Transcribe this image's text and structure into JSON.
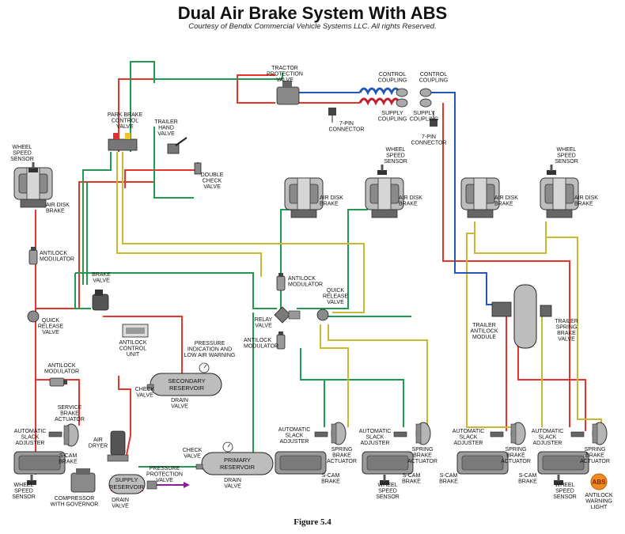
{
  "title": "Dual Air Brake System With ABS",
  "subtitle": "Courtesy of Bendix Commercial Vehicle Systems LLC.  All rights Reserved.",
  "caption": "Figure 5.4",
  "colors": {
    "supply_red": "#e8352a",
    "primary_green": "#1f9a4e",
    "secondary_yellow": "#c8b832",
    "control_blue": "#2457b8",
    "parking_purple": "#8a1f9a",
    "component_gray": "#a8a8a8",
    "dark_gray": "#555555",
    "abs_orange": "#f08a1e"
  },
  "labels": {
    "tractor_protection_valve": [
      "TRACTOR",
      "PROTECTION",
      "VALVE"
    ],
    "control_coupling_1": [
      "CONTROL",
      "COUPLING"
    ],
    "control_coupling_2": [
      "CONTROL",
      "COUPLING"
    ],
    "supply_coupling_1": [
      "SUPPLY",
      "COUPLING"
    ],
    "supply_coupling_2": [
      "SUPPLY",
      "COUPLING"
    ],
    "seven_pin_connector_1": [
      "7-PIN",
      "CONNECTOR"
    ],
    "seven_pin_connector_2": [
      "7-PIN",
      "CONNECTOR"
    ],
    "park_brake_control_valve": [
      "PARK BRAKE",
      "CONTROL",
      "VALVE"
    ],
    "trailer_hand_valve": [
      "TRAILER",
      "HAND",
      "VALVE"
    ],
    "double_check_valve": [
      "DOUBLE",
      "CHECK",
      "VALVE"
    ],
    "wheel_speed_sensor_front_left": [
      "WHEEL",
      "SPEED",
      "SENSOR"
    ],
    "wheel_speed_sensor_front_right": [
      "WHEEL",
      "SPEED",
      "SENSOR"
    ],
    "wheel_speed_sensor_trailer_right": [
      "WHEEL",
      "SPEED",
      "SENSOR"
    ],
    "air_disk_brake_front_left": [
      "AIR DISK",
      "BRAKE"
    ],
    "air_disk_brake_1": [
      "AIR DISK",
      "BRAKE"
    ],
    "air_disk_brake_2": [
      "AIR DISK",
      "BRAKE"
    ],
    "air_disk_brake_3": [
      "AIR DISK",
      "BRAKE"
    ],
    "air_disk_brake_4": [
      "AIR DISK",
      "BRAKE"
    ],
    "antilock_modulator_left": [
      "ANTILOCK",
      "MODULATOR"
    ],
    "antilock_modulator_center": [
      "ANTILOCK",
      "MODULATOR"
    ],
    "antilock_modulator_rear": [
      "ANTILOCK",
      "MODULATOR"
    ],
    "antilock_modulator_lower_left": [
      "ANTILOCK",
      "MODULATOR"
    ],
    "brake_valve": [
      "BRAKE",
      "VALVE"
    ],
    "quick_release_valve_left": [
      "QUICK",
      "RELEASE",
      "VALVE"
    ],
    "quick_release_valve_center": [
      "QUICK",
      "RELEASE",
      "VALVE"
    ],
    "relay_valve": [
      "RELAY",
      "VALVE"
    ],
    "antilock_control_unit": [
      "ANTILOCK",
      "CONTROL",
      "UNIT"
    ],
    "pressure_indication": [
      "PRESSURE",
      "INDICATION AND",
      "LOW AIR WARNING"
    ],
    "secondary_reservoir": [
      "SECONDARY",
      "RESERVOIR"
    ],
    "check_valve_secondary": [
      "CHECK",
      "VALVE"
    ],
    "drain_valve_secondary": [
      "DRAIN",
      "VALVE"
    ],
    "service_brake_actuator": [
      "SERVICE",
      "BRAKE",
      "ACTUATOR"
    ],
    "automatic_slack_adjuster_left": [
      "AUTOMATIC",
      "SLACK",
      "ADJUSTER"
    ],
    "scam_brake_left": [
      "S-CAM",
      "BRAKE"
    ],
    "wheel_speed_sensor_lower_left": [
      "WHEEL",
      "SPEED",
      "SENSOR"
    ],
    "air_dryer": [
      "AIR",
      "DRYER"
    ],
    "compressor": [
      "COMPRESSOR",
      "WITH GOVERNOR"
    ],
    "supply_reservoir": [
      "SUPPLY",
      "RESERVOIR"
    ],
    "drain_valve_supply": [
      "DRAIN",
      "VALVE"
    ],
    "pressure_protection_valve": [
      "PRESSURE",
      "PROTECTION",
      "VALVE"
    ],
    "check_valve_primary": [
      "CHECK",
      "VALVE"
    ],
    "primary_reservoir": [
      "PRIMARY",
      "RESERVOIR"
    ],
    "drain_valve_primary": [
      "DRAIN",
      "VALVE"
    ],
    "automatic_slack_adjuster_2": [
      "AUTOMATIC",
      "SLACK",
      "ADJUSTER"
    ],
    "automatic_slack_adjuster_3": [
      "AUTOMATIC",
      "SLACK",
      "ADJUSTER"
    ],
    "automatic_slack_adjuster_4": [
      "AUTOMATIC",
      "SLACK",
      "ADJUSTER"
    ],
    "automatic_slack_adjuster_5": [
      "AUTOMATIC",
      "SLACK",
      "ADJUSTER"
    ],
    "spring_brake_actuator_1": [
      "SPRING",
      "BRAKE",
      "ACTUATOR"
    ],
    "spring_brake_actuator_2": [
      "SPRING",
      "BRAKE",
      "ACTUATOR"
    ],
    "spring_brake_actuator_3": [
      "SPRING",
      "BRAKE",
      "ACTUATOR"
    ],
    "spring_brake_actuator_4": [
      "SPRING",
      "BRAKE",
      "ACTUATOR"
    ],
    "scam_brake_1": [
      "S-CAM",
      "BRAKE"
    ],
    "scam_brake_2": [
      "S-CAM",
      "BRAKE"
    ],
    "scam_brake_3": [
      "S-CAM",
      "BRAKE"
    ],
    "scam_brake_4": [
      "S-CAM",
      "BRAKE"
    ],
    "wheel_speed_sensor_rear_1": [
      "WHEEL",
      "SPEED",
      "SENSOR"
    ],
    "wheel_speed_sensor_rear_2": [
      "WHEEL",
      "SPEED",
      "SENSOR"
    ],
    "trailer_antilock_module": [
      "TRAILER",
      "ANTILOCK",
      "MODULE"
    ],
    "trailer_spring_brake_valve": [
      "TRAILER",
      "SPRING",
      "BRAKE",
      "VALVE"
    ],
    "antilock_warning_light": [
      "ANTILOCK",
      "WARNING",
      "LIGHT"
    ],
    "abs_badge": "ABS"
  }
}
